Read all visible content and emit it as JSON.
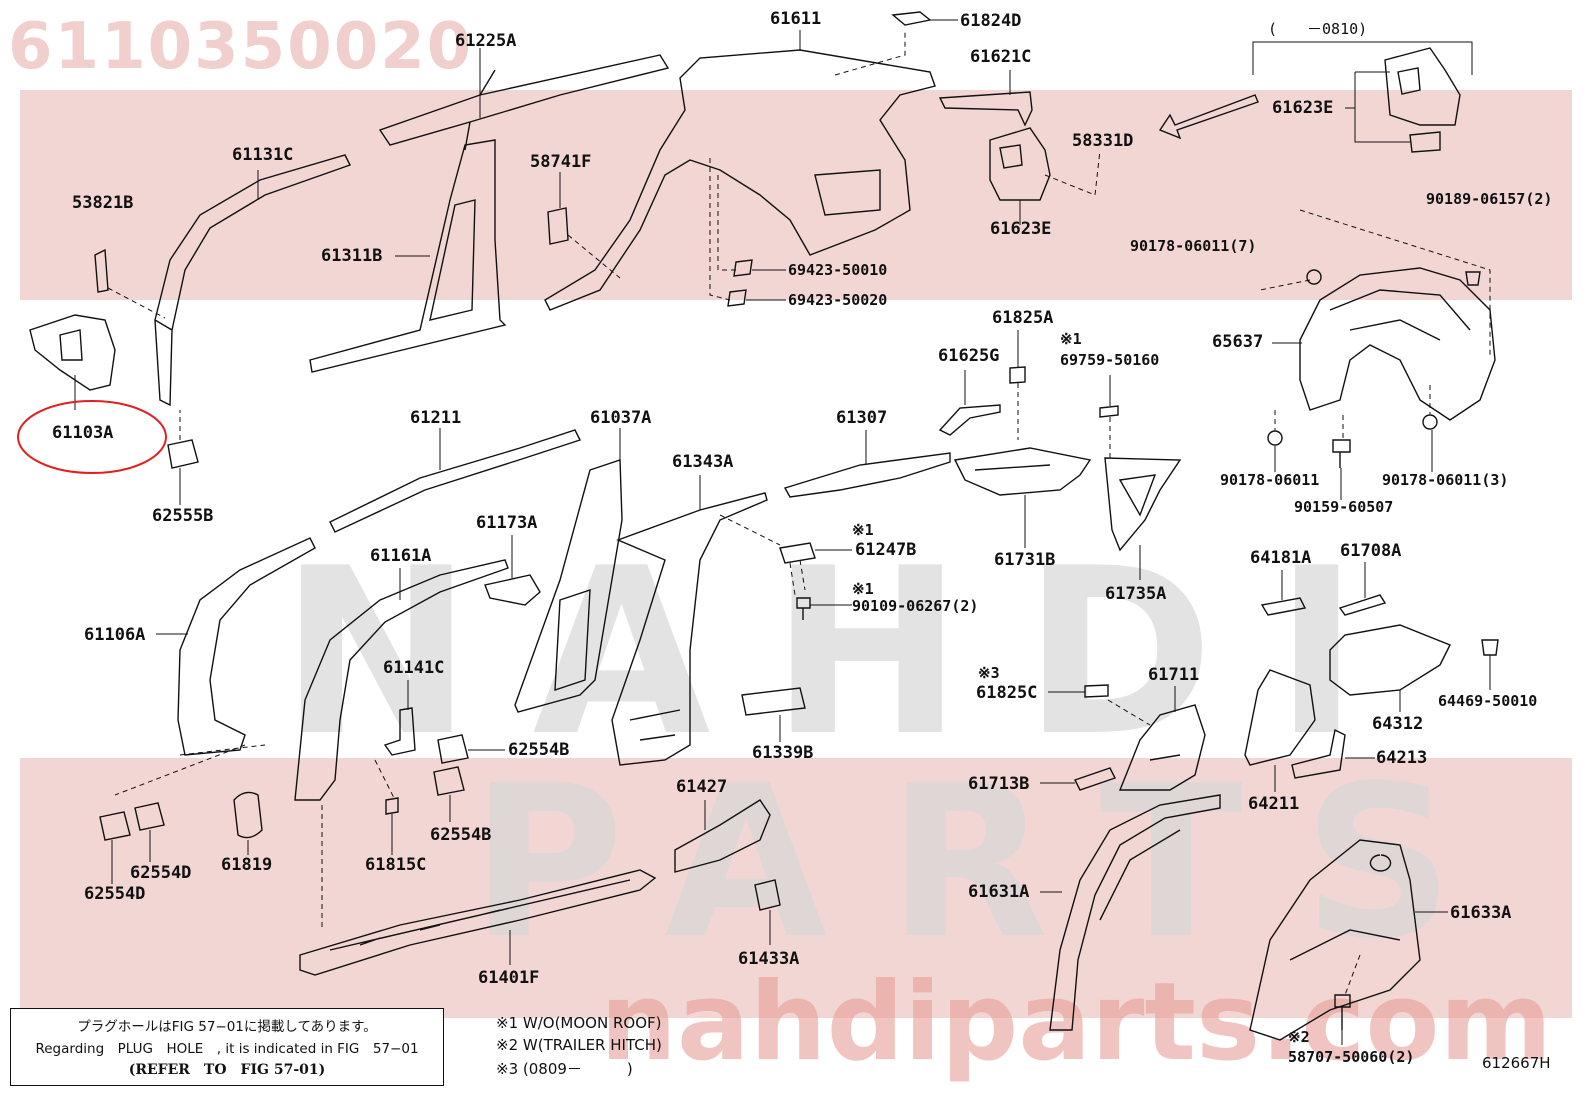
{
  "watermark": {
    "part_number": "6110350020",
    "brand_letters_1": "NAHDI",
    "brand_letters_2": "PARTS",
    "url": "nahdiparts.com"
  },
  "labels": {
    "l61225A": "61225A",
    "l61611": "61611",
    "l61824D": "61824D",
    "l61621C": "61621C",
    "l0810": "(　　－0810)",
    "l61623E_top": "61623E",
    "l58331D": "58331D",
    "l61623E": "61623E",
    "l61131C": "61131C",
    "l53821B": "53821B",
    "l58741F": "58741F",
    "l61311B": "61311B",
    "l69423_50010": "69423-50010",
    "l69423_50020": "69423-50020",
    "l90189": "90189-06157(2)",
    "l90178_7": "90178-06011(7)",
    "l61825A": "61825A",
    "l_x1_a": "※1",
    "l69759": "69759-50160",
    "l61625G": "61625G",
    "l65637": "65637",
    "l61103A": "61103A",
    "l61211": "61211",
    "l61037A": "61037A",
    "l61307": "61307",
    "l61343A": "61343A",
    "l62555B": "62555B",
    "l90178_a": "90178-06011",
    "l90178_3": "90178-06011(3)",
    "l90159": "90159-60507",
    "l_x1_b": "※1",
    "l61247B": "61247B",
    "l61173A": "61173A",
    "l61731B": "61731B",
    "l61735A": "61735A",
    "l61161A": "61161A",
    "l_x1_c": "※1",
    "l90109": "90109-06267(2)",
    "l61106A": "61106A",
    "l64181A": "64181A",
    "l61708A": "61708A",
    "l61141C": "61141C",
    "l_x3": "※3",
    "l61825C": "61825C",
    "l61711": "61711",
    "l64469": "64469-50010",
    "l62554B_a": "62554B",
    "l61339B": "61339B",
    "l64312": "64312",
    "l64213": "64213",
    "l61427": "61427",
    "l61713B": "61713B",
    "l62554B_b": "62554B",
    "l64211": "64211",
    "l61819": "61819",
    "l61815C": "61815C",
    "l62554D_a": "62554D",
    "l62554D_b": "62554D",
    "l61631A": "61631A",
    "l61633A": "61633A",
    "l61433A": "61433A",
    "l61401F": "61401F",
    "l_x2": "※2",
    "l58707": "58707-50060(2)",
    "l612667H": "612667H"
  },
  "notes": {
    "box_line1": "プラグホールはFIG 57−01に掲載してあります。",
    "box_line2": "Regarding　PLUG　HOLE　, it is indicated in FIG　57−01",
    "box_line3": "(REFER　TO　FIG 57-01)",
    "n1": "※1 W/O(MOON ROOF)",
    "n2": "※2 W(TRAILER HITCH)",
    "n3": "※3 (0809－　　　)"
  },
  "colors": {
    "band": "#e8b4b0",
    "highlight_circle": "#e02020"
  }
}
